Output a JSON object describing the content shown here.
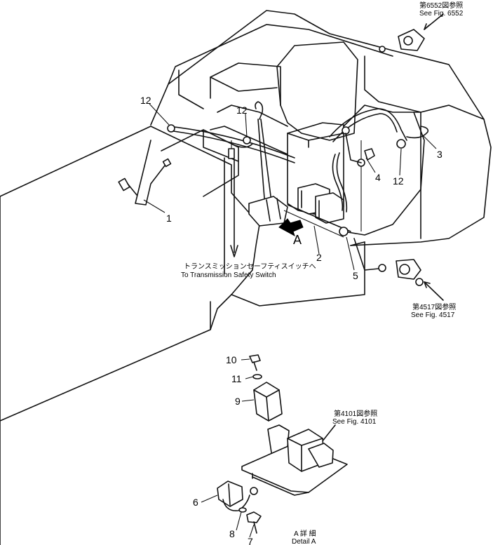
{
  "figure_refs": {
    "fig6552_jp": "第6552図参照",
    "fig6552_en": "See Fig. 6552",
    "fig4517_jp": "第4517図参照",
    "fig4517_en": "See Fig. 4517",
    "fig4101_jp": "第4101図参照",
    "fig4101_en": "See Fig. 4101"
  },
  "transmission_note": {
    "jp": "トランスミッションセーフティスイッチへ",
    "en": "To Transmission Safety Switch"
  },
  "detail_marker": "A",
  "detail_caption": {
    "jp": "A 詳 細",
    "en": "Detail A"
  },
  "part_numbers": {
    "p1": "1",
    "p2": "2",
    "p3": "3",
    "p4": "4",
    "p5": "5",
    "p6": "6",
    "p7": "7",
    "p8": "8",
    "p9": "9",
    "p10": "10",
    "p11": "11",
    "p12a": "12",
    "p12b": "12",
    "p12c": "12"
  }
}
